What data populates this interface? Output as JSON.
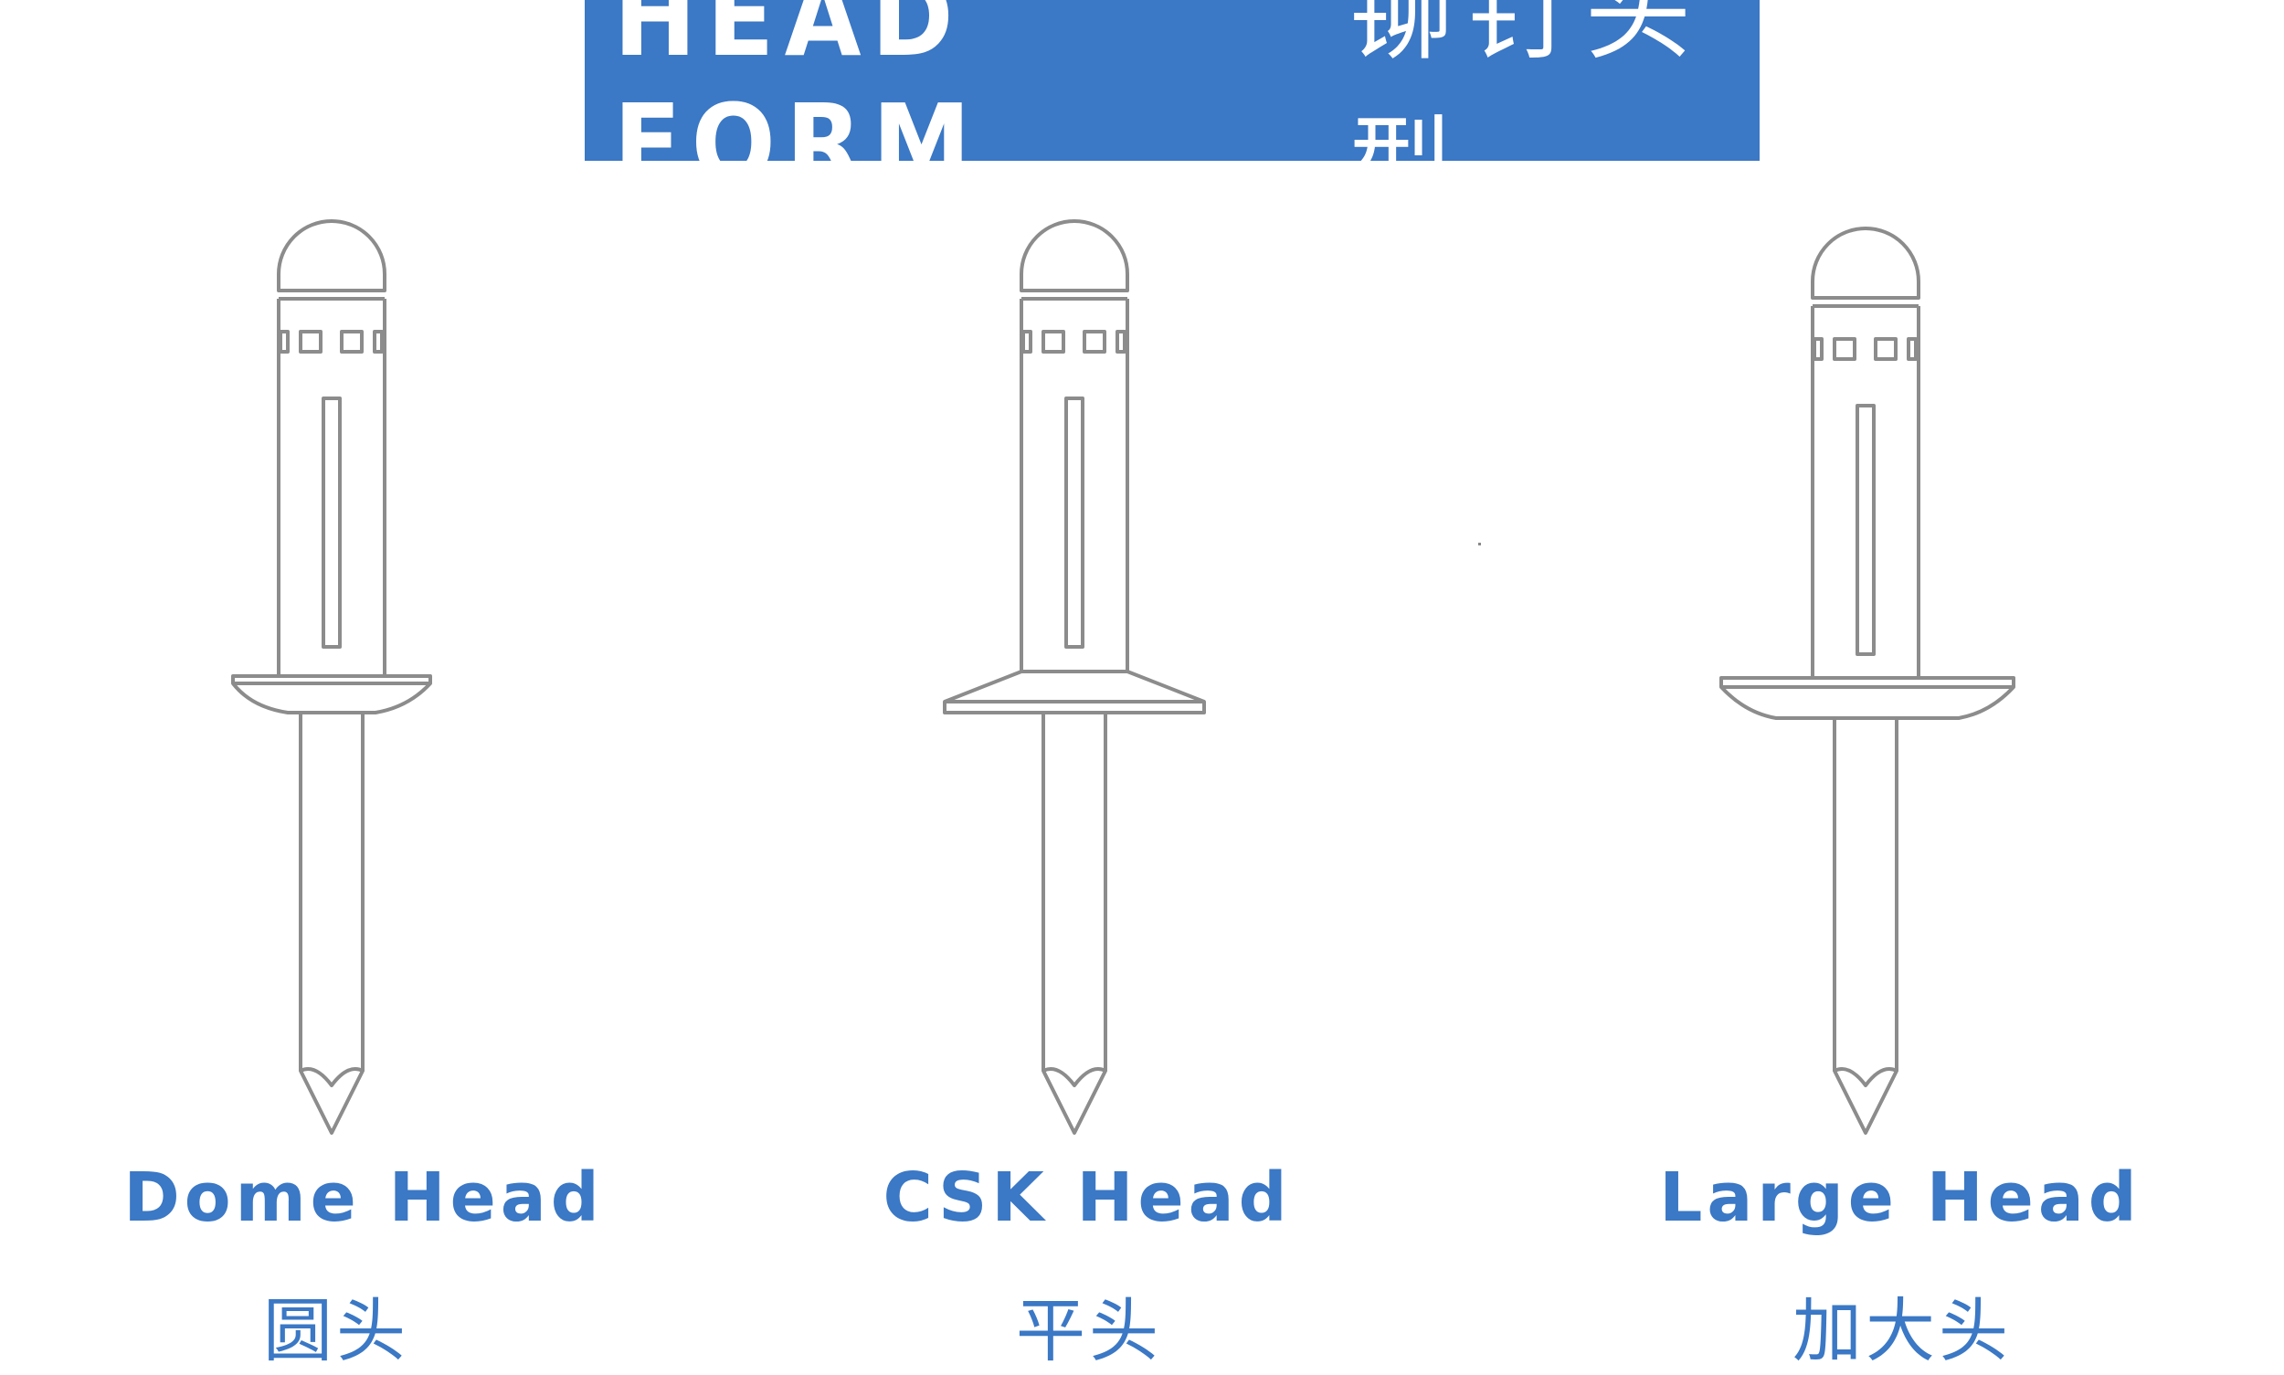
{
  "header": {
    "title_en": "HEAD FORM",
    "title_zh": "铆钉头型"
  },
  "colors": {
    "banner_bg": "#3b78c5",
    "banner_text": "#ffffff",
    "label_text": "#3b78c5",
    "outline": "#8c8c8c"
  },
  "rivets": [
    {
      "name_en": "Dome Head",
      "name_zh": "圆头",
      "head_type": "dome"
    },
    {
      "name_en": "CSK Head",
      "name_zh": "平头",
      "head_type": "countersunk"
    },
    {
      "name_en": "Large Head",
      "name_zh": "加大头",
      "head_type": "large-flange"
    }
  ]
}
